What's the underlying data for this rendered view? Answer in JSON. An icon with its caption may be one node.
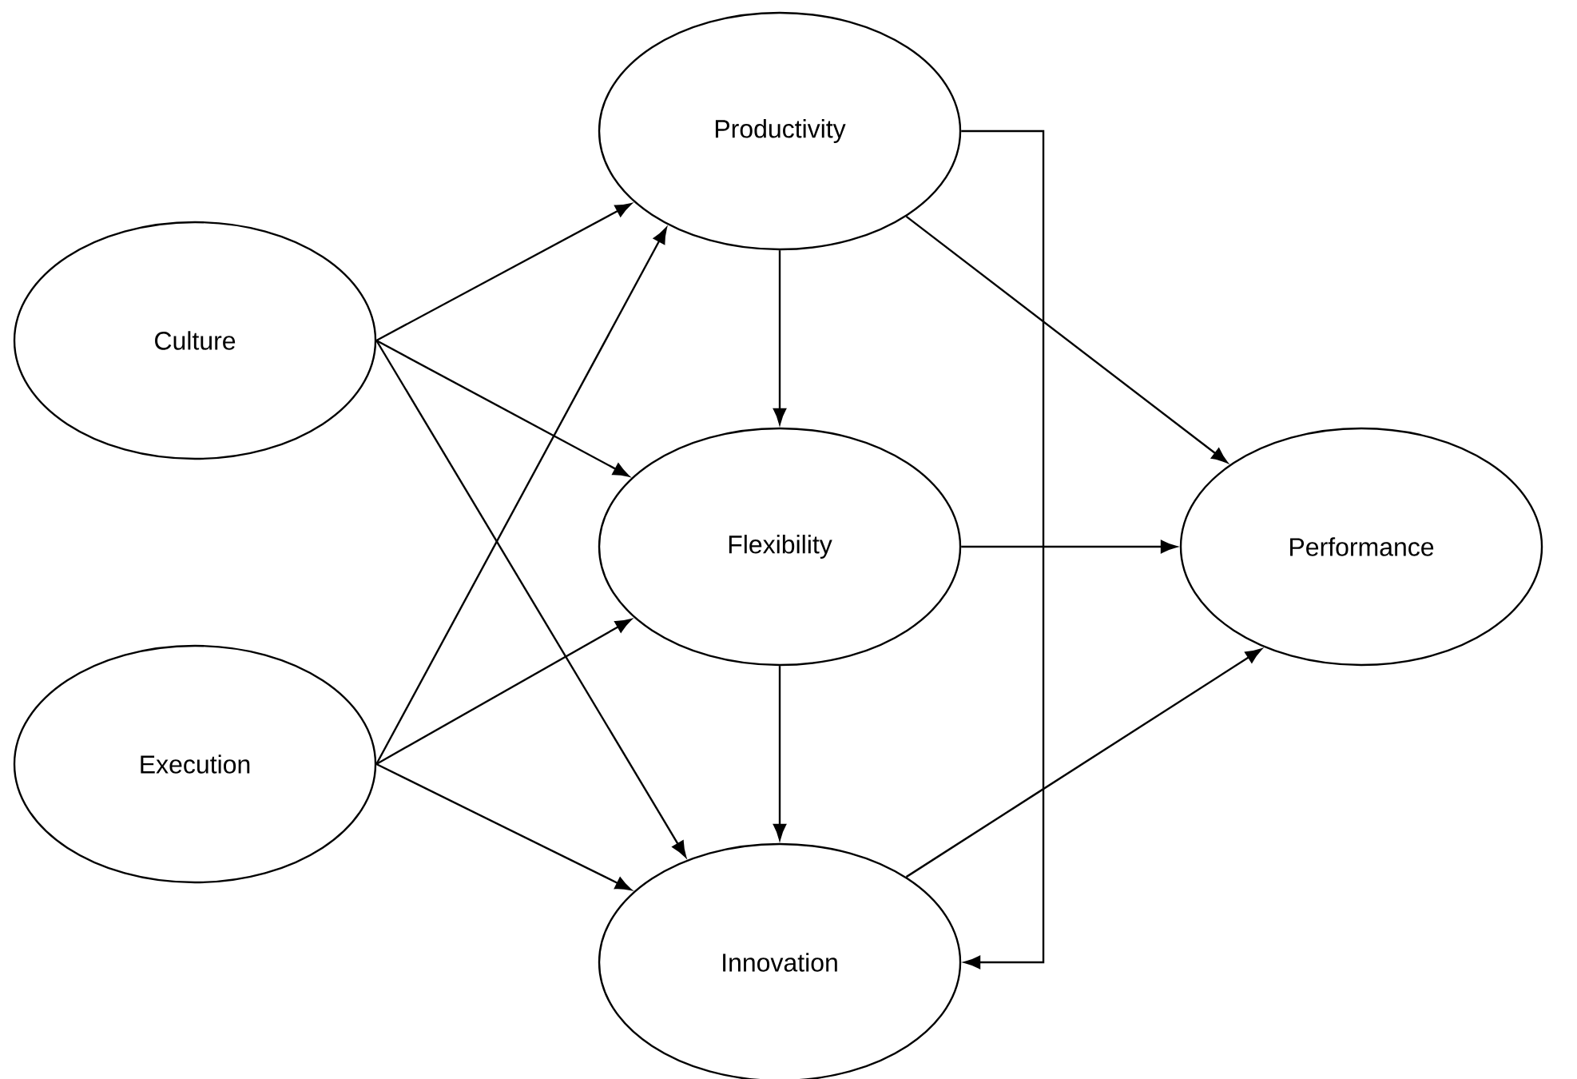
{
  "diagram": {
    "nodes": [
      {
        "text": [
          "Culture"
        ]
      },
      {
        "text": [
          "Execution"
        ]
      },
      {
        "text": [
          "Productivity"
        ]
      },
      {
        "text": [
          "Flexibility"
        ]
      },
      {
        "text": [
          "Innovation"
        ]
      },
      {
        "text": [
          "Performance"
        ]
      }
    ],
    "edges": [
      {
        "from": 0,
        "to": 2,
        "arrow": "to"
      },
      {
        "from": 0,
        "to": 3,
        "arrow": "to"
      },
      {
        "from": 0,
        "to": 4,
        "arrow": "to"
      },
      {
        "from": 1,
        "to": 2,
        "arrow": "to"
      },
      {
        "from": 1,
        "to": 3,
        "arrow": "to"
      },
      {
        "from": 1,
        "to": 4,
        "arrow": "to"
      },
      {
        "from": 2,
        "to": 3,
        "arrow": "to"
      },
      {
        "from": 2,
        "to": 5,
        "arrow": "to"
      },
      {
        "from": 2,
        "to": 4,
        "arrow": "to"
      },
      {
        "from": 3,
        "to": 5,
        "arrow": "to"
      },
      {
        "from": 3,
        "to": 4,
        "arrow": "to"
      },
      {
        "from": 4,
        "to": 5,
        "arrow": "to"
      }
    ]
  }
}
